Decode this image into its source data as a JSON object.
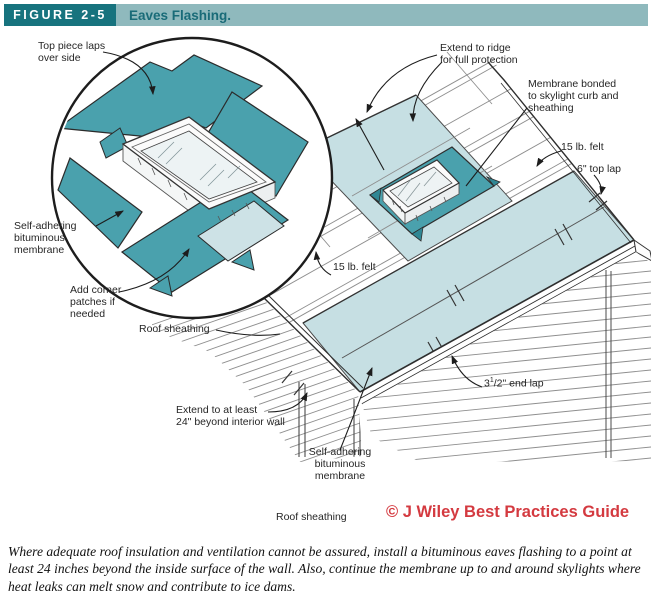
{
  "figure": {
    "tag": "FIGURE 2-5",
    "title": "Eaves Flashing."
  },
  "labels": {
    "top_piece": "Top piece laps\nover side",
    "extend_ridge": "Extend to ridge\nfor full protection",
    "membrane_bonded": "Membrane bonded\nto skylight curb and\nsheathing",
    "felt_right": "15 lb. felt",
    "top_lap": "6\" top lap",
    "self_adhering_left": "Self-adhering\nbituminous\nmembrane",
    "add_corner": "Add corner\npatches if\nneeded",
    "roof_sheathing_left": "Roof sheathing",
    "felt_mid": "15 lb. felt",
    "end_lap_pre": "3",
    "end_lap_sup": "1",
    "end_lap_post": "/2\" end lap",
    "extend_24": "Extend to at least\n24\" beyond interior wall",
    "self_adhering_bottom": "Self-adhering\nbituminous\nmembrane",
    "roof_sheathing_bottom": "Roof sheathing"
  },
  "credit": "© J Wiley Best Practices Guide",
  "caption": "Where adequate roof insulation and ventilation cannot be assured, install a bituminous eaves flashing to a point at least 24 inches beyond the inside surface of the wall. Also, continue the membrane up to and around skylights where heat leaks can melt snow and contribute to ice dams.",
  "colors": {
    "header_box_teal": "#17737e",
    "header_bar_teal": "#8fb9bd",
    "membrane_dark_teal": "#4aa1ad",
    "membrane_light_teal": "#c6dfe3",
    "credit_red": "#d43a40"
  }
}
